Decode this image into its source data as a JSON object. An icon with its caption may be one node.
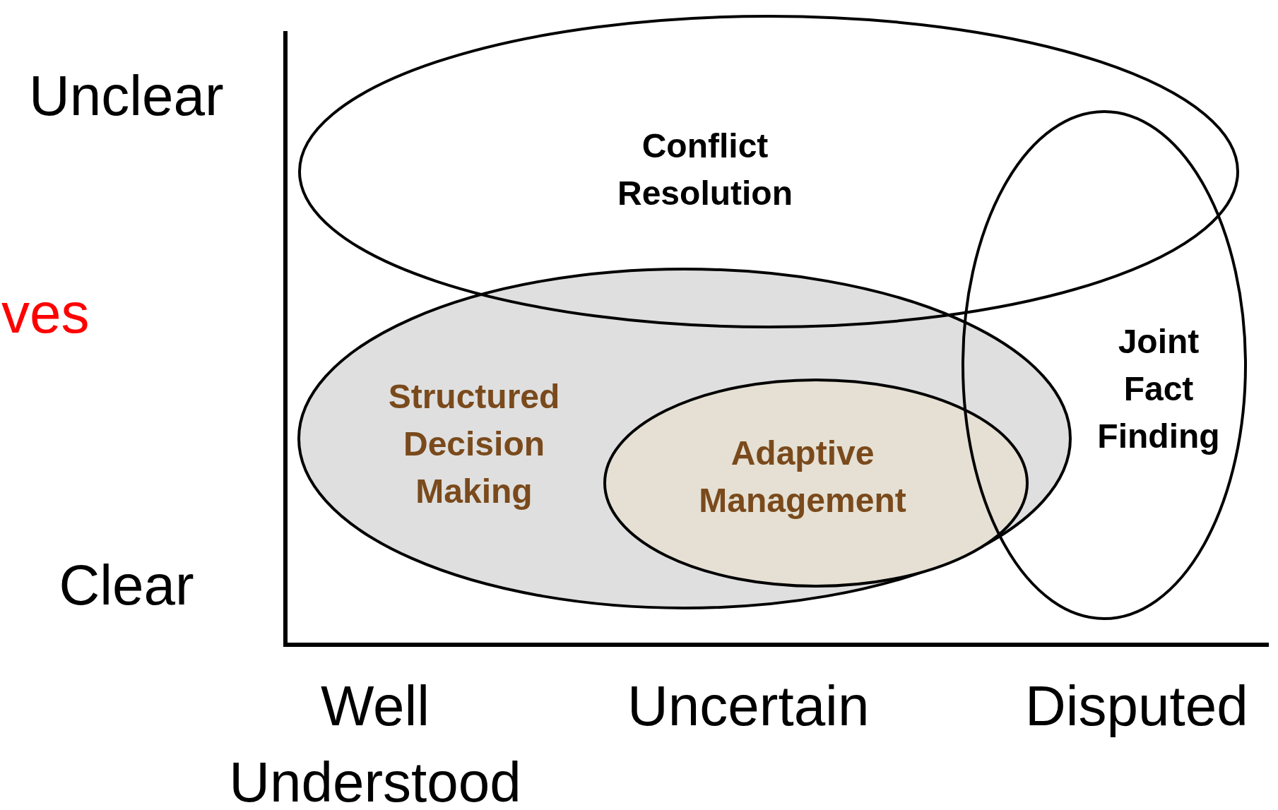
{
  "diagram": {
    "nodes": [
      {
        "text": [
          "Conflict Resolution"
        ]
      },
      {
        "text": [
          "Structured Decision Making"
        ]
      },
      {
        "text": [
          "Adaptive Management"
        ],
        "in": 1
      },
      {
        "text": [
          "Joint Fact Finding"
        ]
      }
    ],
    "edges": [],
    "labels": [
      "Unclear",
      "ves",
      "Clear",
      "Well Understood",
      "Uncertain",
      "Disputed"
    ]
  }
}
